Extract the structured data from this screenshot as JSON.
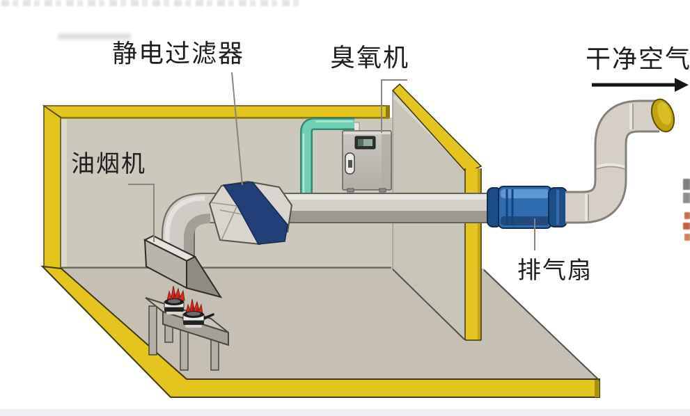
{
  "labels": {
    "electrostatic_filter": "静电过滤器",
    "ozone_machine": "臭氧机",
    "clean_air": "干净空气",
    "range_hood": "油烟机",
    "exhaust_fan": "排气扇"
  },
  "colors": {
    "accent_yellow": "#e4c41d",
    "yellow_shade": "#c3a714",
    "wall_face": "#cdc8bc",
    "partition_face": "#c9c4b8",
    "floor": "#c6c0b4",
    "duct_gray": "#d3d0ca",
    "filter_navy": "#21407a",
    "fan_blue": "#2f6cb0",
    "fan_dark_blue": "#1d4d85",
    "ozone_pipe_teal": "#6fd0b5",
    "pipe_beige": "#d6cfc7",
    "outlet_yellow": "#c2a30f",
    "flame_red": "#d92f1c",
    "label_text": "#1e1e1e",
    "leader_gray": "#8a867f",
    "arrow_black": "#161616"
  }
}
